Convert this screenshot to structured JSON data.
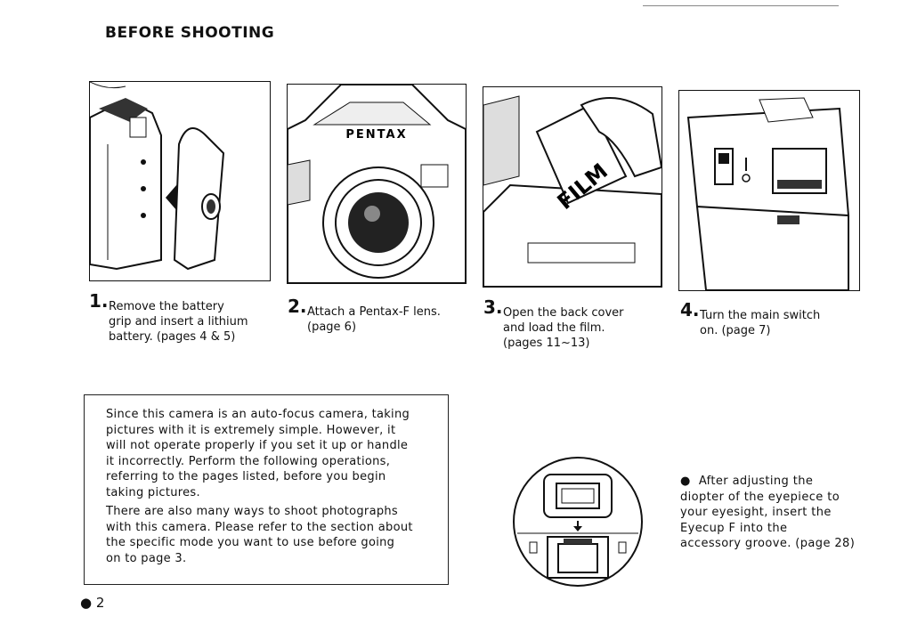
{
  "header": {
    "title": "BEFORE SHOOTING"
  },
  "figures": {
    "pentax_brand": "PENTAX",
    "film_label": "FILM"
  },
  "steps": [
    {
      "number": "1.",
      "lines": [
        "Remove the battery",
        "grip and insert a lithium",
        "battery. (pages 4 & 5)"
      ]
    },
    {
      "number": "2.",
      "lines": [
        "Attach a Pentax-F lens.",
        "(page 6)"
      ]
    },
    {
      "number": "3.",
      "lines": [
        "Open the back cover",
        "and load the film.",
        "(pages 11~13)"
      ]
    },
    {
      "number": "4.",
      "lines": [
        "Turn the main switch",
        "on. (page 7)"
      ]
    }
  ],
  "note": {
    "paragraph1": [
      "Since this camera is an auto-focus camera, taking",
      "pictures with it is extremely simple. However, it",
      "will not operate properly if you set it up or handle",
      "it incorrectly. Perform the following operations,",
      "referring to the pages listed, before you begin",
      "taking pictures."
    ],
    "paragraph2": [
      "There are also many ways to shoot photographs",
      "with this camera. Please refer to the section about",
      "the specific mode you want to use before going",
      "on to page 3."
    ]
  },
  "eyecup": {
    "lines": [
      "After adjusting the",
      "diopter of the eyepiece to",
      "your eyesight, insert the",
      "Eyecup F into the",
      "accessory groove. (page 28)"
    ]
  },
  "footer": {
    "page_number": "2"
  }
}
